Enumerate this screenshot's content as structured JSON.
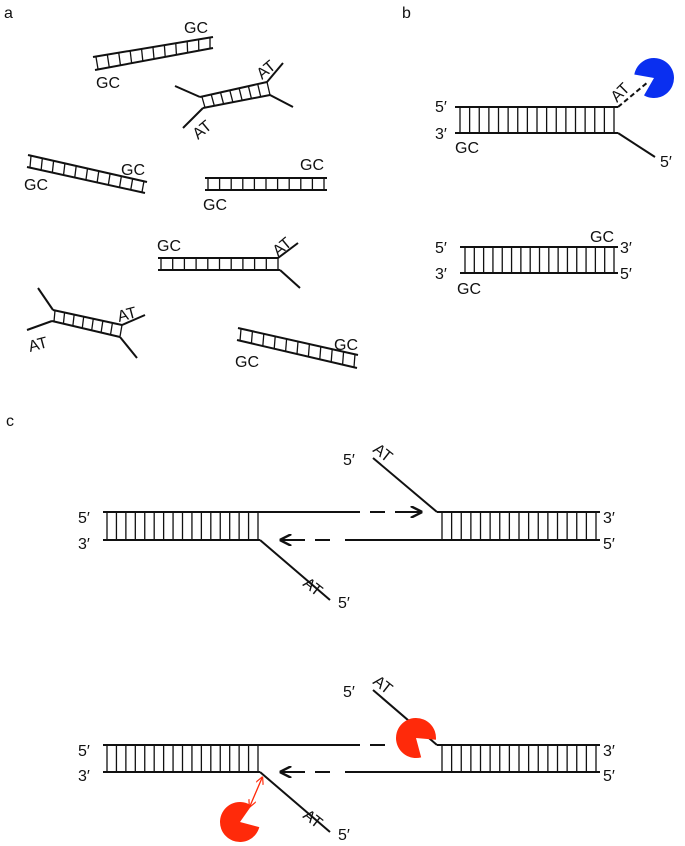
{
  "panels": {
    "a": "a",
    "b": "b",
    "c": "c"
  },
  "panel_a": {
    "d1": [
      "GC",
      "GC"
    ],
    "d2": [
      "AT",
      "AT"
    ],
    "d3": [
      "GC",
      "GC"
    ],
    "d4": [
      "GC",
      "GC"
    ],
    "d5": [
      "GC",
      "AT"
    ],
    "d6": [
      "AT",
      "AT"
    ],
    "d7": [
      "GC",
      "GC"
    ]
  },
  "panel_b": {
    "top": {
      "left_top": "5′",
      "left_bottom": "3′",
      "gc": "GC",
      "at": "AT",
      "fork_end": "5′"
    },
    "bottom": {
      "left_top": "5′",
      "left_bottom": "3′",
      "gc_top": "GC",
      "gc_bottom": "GC",
      "right_top": "3′",
      "right_bottom": "5′"
    }
  },
  "panel_c": {
    "upper": {
      "left_top": "5′",
      "left_bottom": "3′",
      "right_top": "3′",
      "right_bottom": "5′",
      "flap_top_end": "5′",
      "flap_top_at": "AT",
      "flap_bottom_at": "AT",
      "flap_bottom_end": "5′"
    },
    "lower": {
      "left_top": "5′",
      "left_bottom": "3′",
      "right_top": "3′",
      "right_bottom": "5′",
      "flap_top_end": "5′",
      "flap_top_at": "AT",
      "flap_bottom_at": "AT",
      "flap_bottom_end": "5′"
    }
  },
  "colors": {
    "enzyme_b": "#0a2ff0",
    "enzyme_c": "#ff2a0a",
    "strand": "#111111"
  }
}
